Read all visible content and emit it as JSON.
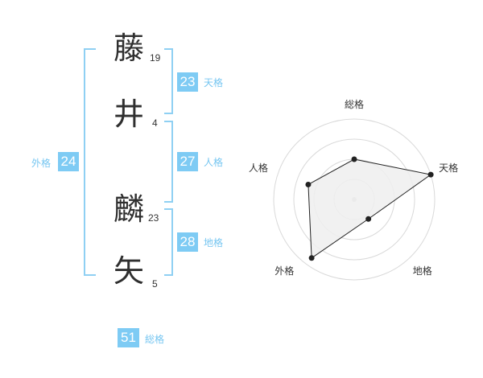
{
  "name": {
    "chars": [
      {
        "char": "藤",
        "strokes": "19"
      },
      {
        "char": "井",
        "strokes": "4"
      },
      {
        "char": "麟",
        "strokes": "23"
      },
      {
        "char": "矢",
        "strokes": "5"
      }
    ]
  },
  "fortunes": {
    "tenkaku": {
      "value": "23",
      "label": "天格"
    },
    "jinkaku": {
      "value": "27",
      "label": "人格"
    },
    "chikaku": {
      "value": "28",
      "label": "地格"
    },
    "gaikaku": {
      "value": "24",
      "label": "外格"
    },
    "soukaku": {
      "value": "51",
      "label": "総格"
    }
  },
  "colors": {
    "accent": "#7ecbf4",
    "bracket": "#8fd0f3",
    "radar_fill": "#efefef",
    "radar_line": "#222222",
    "grid": "#d9d9d9"
  },
  "chart_data": {
    "type": "radar",
    "axes": [
      "総格",
      "天格",
      "地格",
      "外格",
      "人格"
    ],
    "values": [
      0.5,
      1.0,
      0.3,
      0.9,
      0.6
    ],
    "range": [
      0,
      1
    ],
    "rings": 4
  }
}
